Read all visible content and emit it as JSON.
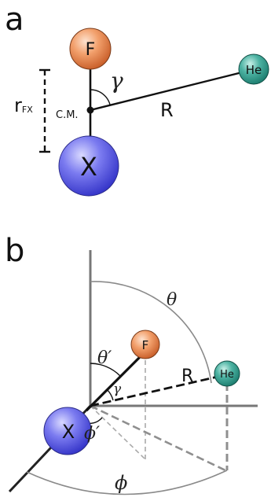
{
  "panels": {
    "a": {
      "letter": "a",
      "atoms": {
        "F": "F",
        "X": "X",
        "He": "He"
      },
      "labels": {
        "gamma": "γ",
        "R": "R",
        "cm": "C.M.",
        "r_main": "r",
        "r_sub": "FX"
      }
    },
    "b": {
      "letter": "b",
      "atoms": {
        "F": "F",
        "X": "X",
        "He": "He"
      },
      "labels": {
        "theta": "θ",
        "theta_prime": "θ′",
        "gamma": "γ",
        "R": "R",
        "phi_prime": "ϕ′",
        "phi": "ϕ"
      }
    }
  },
  "colors": {
    "fluorine": "#e8804a",
    "x_atom": "#5a5ae8",
    "helium": "#2a9a8a",
    "line": "#111111",
    "axis": "#777777",
    "arc": "#8a8a8a",
    "projection": "#aaaaaa"
  }
}
